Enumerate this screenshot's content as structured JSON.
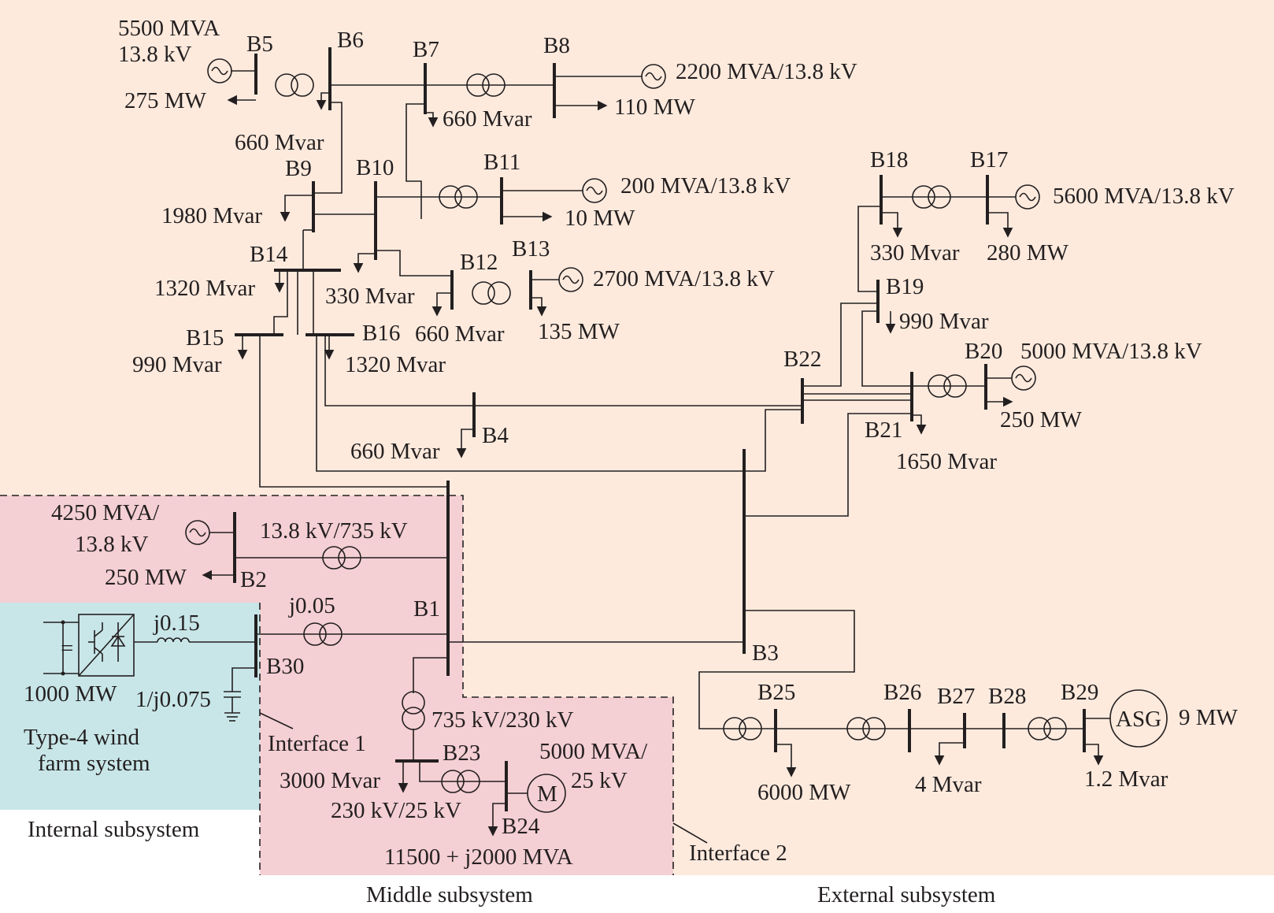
{
  "colors": {
    "external": "#fdeadd",
    "middle": "#f4cfd3",
    "internal": "#c8e6e8",
    "ink": "#231f20"
  },
  "subsystems": {
    "internal": "Internal subsystem",
    "middle": "Middle subsystem",
    "external": "External subsystem",
    "wind_farm_line1": "Type-4 wind",
    "wind_farm_line2": "farm system",
    "interface1": "Interface 1",
    "interface2": "Interface 2"
  },
  "buses": {
    "b1": "B1",
    "b2": "B2",
    "b3": "B3",
    "b4": "B4",
    "b5": "B5",
    "b6": "B6",
    "b7": "B7",
    "b8": "B8",
    "b9": "B9",
    "b10": "B10",
    "b11": "B11",
    "b12": "B12",
    "b13": "B13",
    "b14": "B14",
    "b15": "B15",
    "b16": "B16",
    "b17": "B17",
    "b18": "B18",
    "b19": "B19",
    "b20": "B20",
    "b21": "B21",
    "b22": "B22",
    "b23": "B23",
    "b24": "B24",
    "b25": "B25",
    "b26": "B26",
    "b27": "B27",
    "b28": "B28",
    "b29": "B29",
    "b30": "B30"
  },
  "generators": {
    "g5_line1": "5500 MVA",
    "g5_line2": "13.8 kV",
    "g8": "2200 MVA/13.8 kV",
    "g11": "200 MVA/13.8 kV",
    "g13": "2700 MVA/13.8 kV",
    "g17": "5600 MVA/13.8 kV",
    "g20": "5000 MVA/13.8 kV",
    "g2_line1": "4250 MVA/",
    "g2_line2": "13.8 kV",
    "m24_line1": "5000 MVA/",
    "m24_line2": "25 kV",
    "motor_symbol": "M",
    "asg_symbol": "ASG",
    "asg_power": "9 MW",
    "wind_power": "1000 MW",
    "converter_eq": "="
  },
  "loads": {
    "l5": "275 MW",
    "l6": "660 Mvar",
    "l7": "660 Mvar",
    "l8": "110 MW",
    "l9": "1980 Mvar",
    "l11": "10 MW",
    "l10": "330 Mvar",
    "l12": "660 Mvar",
    "l13": "135 MW",
    "l14": "1320 Mvar",
    "l15": "990 Mvar",
    "l16": "1320 Mvar",
    "l18": "330 Mvar",
    "l17": "280 MW",
    "l19": "990 Mvar",
    "l20": "250 MW",
    "l21": "1650 Mvar",
    "l4": "660 Mvar",
    "l2": "250 MW",
    "l23": "3000 Mvar",
    "l24": "11500 + j2000 MVA",
    "l25": "6000 MW",
    "l27": "4 Mvar",
    "l29": "1.2 Mvar"
  },
  "transformers": {
    "t2": "13.8 kV/735 kV",
    "t30": "j0.05",
    "t1_23": "735 kV/230 kV",
    "t23_24": "230 kV/25 kV"
  },
  "impedances": {
    "wind_line": "j0.15",
    "capacitor": "1/j0.075"
  }
}
